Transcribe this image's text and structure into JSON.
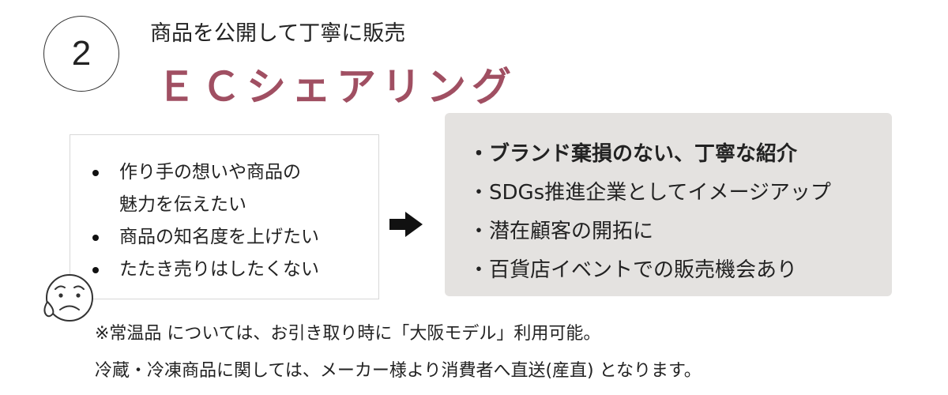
{
  "step": {
    "number": "2",
    "subtitle": "商品を公開して丁寧に販売",
    "title": "ＥＣシェアリング"
  },
  "concerns": {
    "items": [
      {
        "line1": "作り手の想いや商品の",
        "line2": "魅力を伝えたい"
      },
      {
        "line1": "商品の知名度を上げたい"
      },
      {
        "line1": "たたき売りはしたくない"
      }
    ]
  },
  "benefits": {
    "items": [
      {
        "text": "・ブランド棄損のない、丁寧な紹介"
      },
      {
        "text": "・SDGs推進企業としてイメージアップ"
      },
      {
        "text": "・潜在顧客の開拓に"
      },
      {
        "text": "・百貨店イベントでの販売機会あり"
      }
    ]
  },
  "notes": {
    "line1": "※常温品 については、お引き取り時に「大阪モデル」利用可能。",
    "line2": "冷蔵・冷凍商品に関しては、メーカー様より消費者へ直送(産直) となります。"
  },
  "icons": {
    "arrow": "right-arrow-icon",
    "face": "worried-face-icon"
  },
  "colors": {
    "accent": "#a04f62",
    "panel": "#e4e2e0"
  }
}
